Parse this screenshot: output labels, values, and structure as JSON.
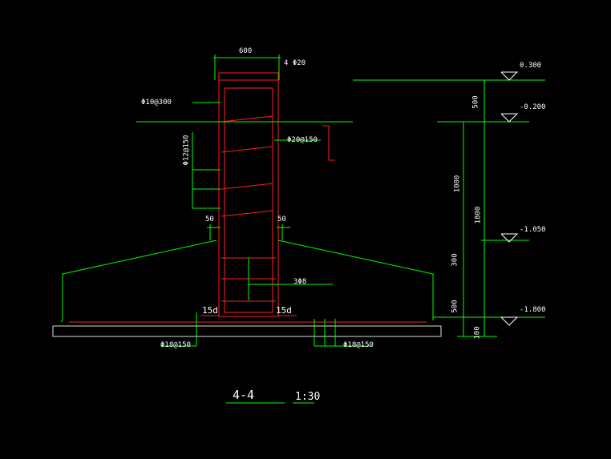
{
  "drawing": {
    "section_title": "4-4",
    "scale": "1:30"
  },
  "dimensions": {
    "col_width": "600",
    "left_offset": "50",
    "right_offset": "50",
    "top_h": "500",
    "mid_h": "1000",
    "total_h": "1800",
    "lower_h1": "300",
    "lower_h2": "500",
    "base_h": "100",
    "anchor_left": "15d",
    "anchor_right": "15d"
  },
  "rebar_labels": {
    "top_bars": "4 Φ20",
    "stirrup_note": "Φ10@300",
    "side_bars": "Φ20@150",
    "vertical_bars": "Φ12@150",
    "footing_left": "Φ18@150",
    "footing_right": "Φ18@150",
    "lower_note": "3Φ8"
  },
  "elevations": [
    "0.300",
    "-0.200",
    "-1.050",
    "-1.800"
  ],
  "colors": {
    "background": "#000000",
    "outline": "#00ff00",
    "rebar": "#ff2020",
    "text": "#ffffff"
  }
}
